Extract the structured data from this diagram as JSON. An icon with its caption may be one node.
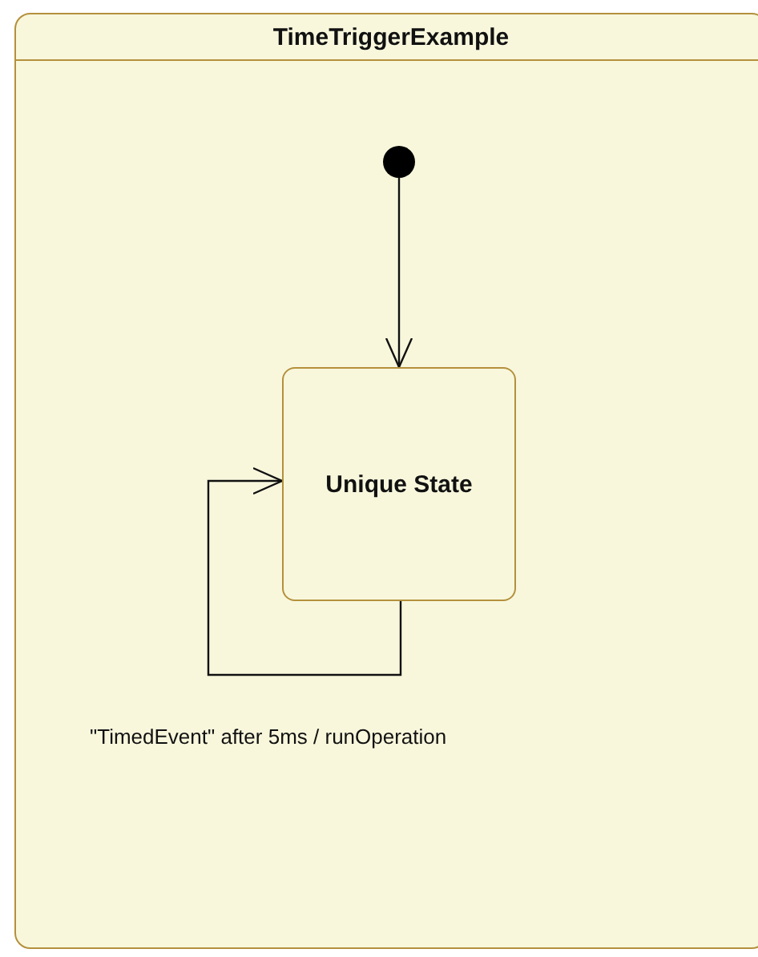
{
  "diagram": {
    "nodes": [
      {
        "text": [
          "TimeTriggerExample"
        ]
      },
      {
        "text": [],
        "shape": "circle",
        "in": 0
      },
      {
        "text": [
          "Unique State"
        ],
        "in": 0
      }
    ],
    "edges": [
      {
        "from": 1,
        "to": 2,
        "arrow": "to"
      },
      {
        "from": 2,
        "to": 2,
        "arrow": "to",
        "label": "\"TimedEvent\" after 5ms / runOperation"
      }
    ]
  }
}
